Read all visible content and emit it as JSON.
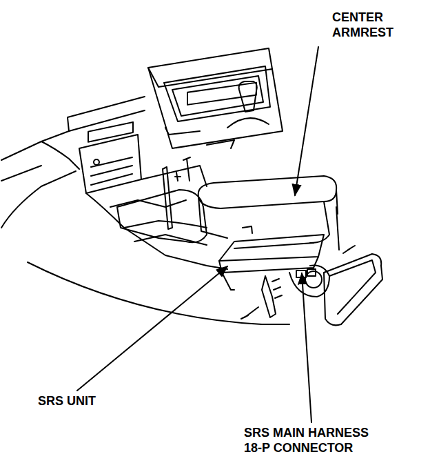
{
  "diagram": {
    "labels": [
      "CENTER ARMREST",
      "SRS UNIT",
      "SRS MAIN HARNESS 18-P CONNECTOR"
    ]
  }
}
